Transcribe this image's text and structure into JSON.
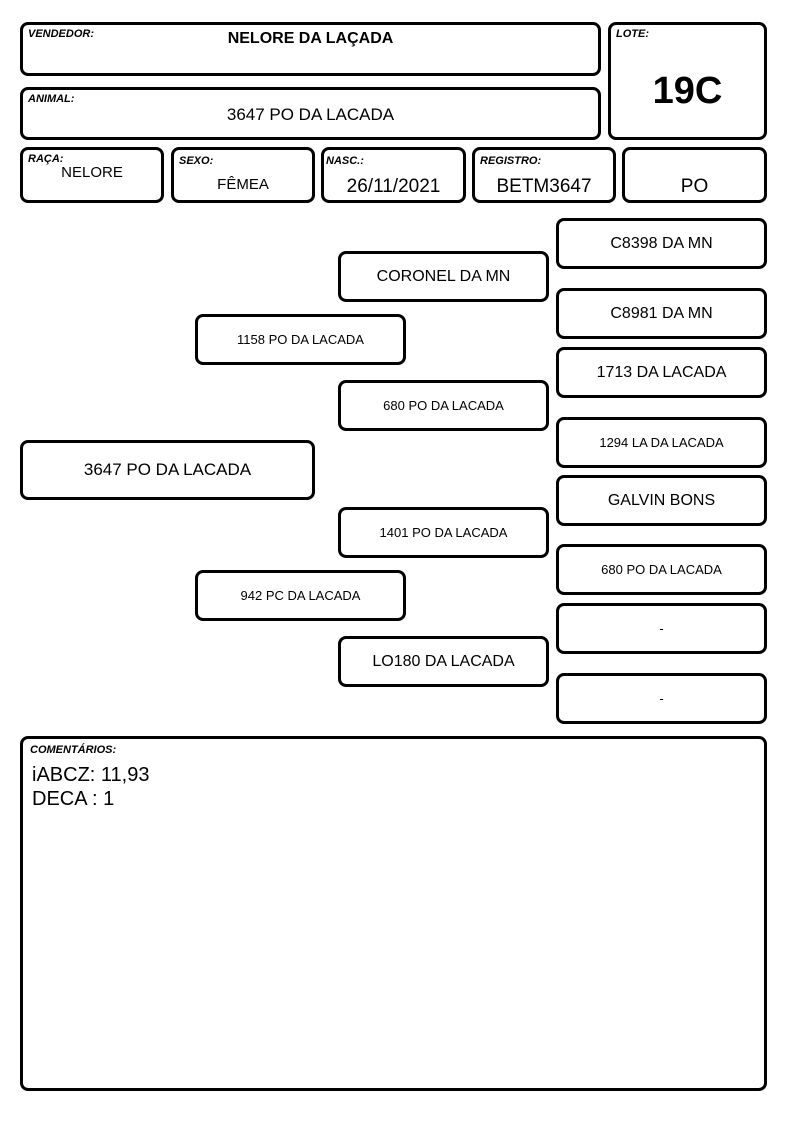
{
  "header": {
    "vendedor_label": "VENDEDOR:",
    "vendedor_value": "NELORE DA LAÇADA",
    "lote_label": "LOTE:",
    "lote_value": "19C",
    "animal_label": "ANIMAL:",
    "animal_value": "3647 PO DA LACADA"
  },
  "details": {
    "raca_label": "RAÇA:",
    "raca_value": "NELORE",
    "sexo_label": "SEXO:",
    "sexo_value": "FÊMEA",
    "nasc_label": "NASC.:",
    "nasc_value": "26/11/2021",
    "registro_label": "REGISTRO:",
    "registro_value": "BETM3647",
    "categoria_value": "PO"
  },
  "pedigree": {
    "animal": "3647 PO DA LACADA",
    "sire": "1158 PO DA LACADA",
    "dam": "942 PC DA LACADA",
    "sire_sire": "CORONEL DA MN",
    "sire_dam": "680 PO DA LACADA",
    "dam_sire": "1401 PO DA LACADA",
    "dam_dam": "LO180 DA LACADA",
    "ggp": [
      "C8398 DA MN",
      "C8981 DA MN",
      "1713 DA LACADA",
      "1294 LA DA LACADA",
      "GALVIN BONS",
      "680 PO DA LACADA",
      "-",
      "-"
    ]
  },
  "comments": {
    "label": "COMENTÁRIOS:",
    "lines": [
      "iABCZ: 11,93",
      "DECA : 1"
    ]
  }
}
